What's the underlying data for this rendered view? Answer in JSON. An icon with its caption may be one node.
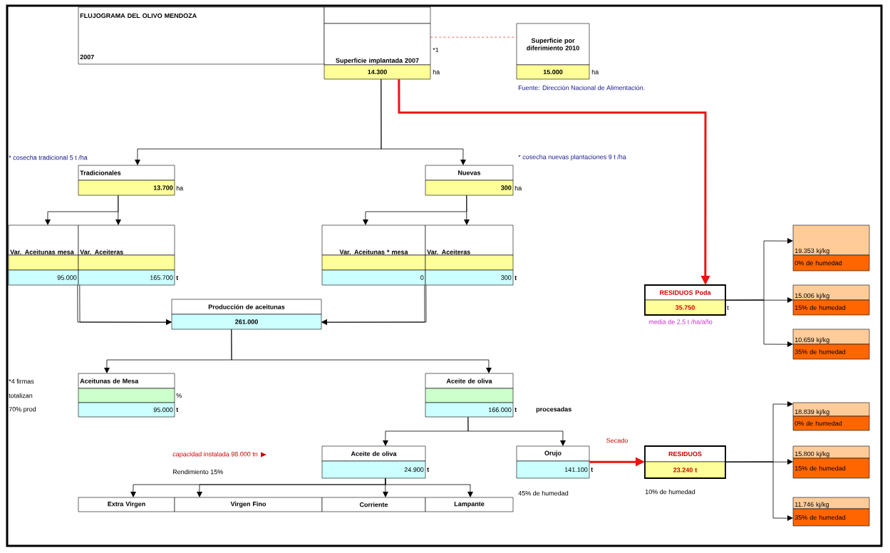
{
  "diagram": {
    "nodes": [
      {
        "text": [
          "FLUJOGRAMA DEL OLIVO MENDOZA",
          "2007"
        ]
      },
      {
        "text": [
          "Superficie implantada 2007",
          "14.300"
        ],
        "beside": [
          "*1",
          "ha"
        ]
      },
      {
        "text": [
          "Superficie por diferimiento 2010",
          "15.000"
        ],
        "beside": [
          "ha"
        ]
      },
      {
        "text": [
          "Tradicionales",
          "13.700"
        ],
        "beside": [
          "ha"
        ]
      },
      {
        "text": [
          "Nuevas",
          "300"
        ],
        "beside": [
          "ha"
        ]
      },
      {
        "text": [
          "Var. Aceitunas mesa",
          "95.000"
        ]
      },
      {
        "text": [
          "Var. Aceiteras",
          "165.700"
        ],
        "beside": [
          "t"
        ]
      },
      {
        "text": [
          "Var. Aceitunas * mesa",
          "0"
        ]
      },
      {
        "text": [
          "Var. Aceiteras",
          "300"
        ],
        "beside": [
          "t"
        ]
      },
      {
        "text": [
          "Producción de aceitunas",
          "261.000"
        ]
      },
      {
        "text": [
          "Aceitunas de Mesa",
          "95.000"
        ],
        "beside": [
          "%",
          "t"
        ]
      },
      {
        "text": [
          "Aceite de oliva",
          "166.000"
        ],
        "beside": [
          "t",
          "procesadas"
        ]
      },
      {
        "text": [
          "Aceite de oliva",
          "24.900"
        ],
        "beside": [
          "t"
        ]
      },
      {
        "text": [
          "Orujo",
          "141.100"
        ],
        "beside": [
          "t"
        ]
      },
      {
        "text": [
          "RESIDUOS",
          "23.240 t"
        ],
        "beside": [
          "10% de humedad"
        ]
      },
      {
        "text": [
          "RESIDUOS Poda",
          "35.750"
        ],
        "beside": [
          "t",
          "media de 2,5 t /ha/año"
        ]
      },
      {
        "text": [
          "19.353 kj/kg",
          "0% de humedad"
        ]
      },
      {
        "text": [
          "15.006 kj/kg",
          "15% de humedad"
        ]
      },
      {
        "text": [
          "10.659 kj/kg",
          "35% de humedad"
        ]
      },
      {
        "text": [
          "18.839 kj/kg",
          "0% de humedad"
        ]
      },
      {
        "text": [
          "15.800 kj/kg",
          "15% de humedad"
        ]
      },
      {
        "text": [
          "11.746 kj/kg",
          "35% de humedad"
        ]
      },
      {
        "text": [
          "Extra Virgen"
        ]
      },
      {
        "text": [
          "Virgen Fino"
        ]
      },
      {
        "text": [
          "Corriente"
        ]
      },
      {
        "text": [
          "Lampante"
        ]
      }
    ],
    "edges": [
      {
        "from": 1,
        "to": 2,
        "arrow": "none",
        "style": "dashed",
        "color": "#ee2222"
      },
      {
        "from": 1,
        "to": 3,
        "arrow": "to"
      },
      {
        "from": 1,
        "to": 4,
        "arrow": "to"
      },
      {
        "from": 1,
        "to": 15,
        "arrow": "to",
        "style": "thick",
        "color": "#ee1111"
      },
      {
        "from": 3,
        "to": 5,
        "arrow": "to"
      },
      {
        "from": 3,
        "to": 6,
        "arrow": "to"
      },
      {
        "from": 4,
        "to": 7,
        "arrow": "to"
      },
      {
        "from": 4,
        "to": 8,
        "arrow": "to"
      },
      {
        "from": 5,
        "to": 9,
        "arrow": "to"
      },
      {
        "from": 6,
        "to": 9,
        "arrow": "to"
      },
      {
        "from": 7,
        "to": 9,
        "arrow": "to"
      },
      {
        "from": 8,
        "to": 9,
        "arrow": "to"
      },
      {
        "from": 9,
        "to": 10,
        "arrow": "to"
      },
      {
        "from": 9,
        "to": 11,
        "arrow": "to"
      },
      {
        "from": 11,
        "to": 12,
        "arrow": "to"
      },
      {
        "from": 11,
        "to": 13,
        "arrow": "to"
      },
      {
        "from": 12,
        "to": 22,
        "arrow": "to"
      },
      {
        "from": 12,
        "to": 23,
        "arrow": "to"
      },
      {
        "from": 12,
        "to": 24,
        "arrow": "to"
      },
      {
        "from": 12,
        "to": 25,
        "arrow": "to"
      },
      {
        "from": 13,
        "to": 14,
        "arrow": "to",
        "label": "Secado",
        "style": "thick",
        "color": "#ee1111"
      },
      {
        "from": 15,
        "to": 16,
        "arrow": "to"
      },
      {
        "from": 15,
        "to": 17,
        "arrow": "to"
      },
      {
        "from": 15,
        "to": 18,
        "arrow": "to"
      },
      {
        "from": 14,
        "to": 19,
        "arrow": "to"
      },
      {
        "from": 14,
        "to": 20,
        "arrow": "to"
      },
      {
        "from": 14,
        "to": 21,
        "arrow": "to"
      }
    ],
    "labels": [
      "Fuente: Dirección Nacional de Alimentación.",
      "* cosecha tradicional 5 t /ha",
      "* cosecha nuevas plantaciones 9 t /ha",
      "*4 firmas",
      "totalizan",
      "70% prod",
      "capacidad instalada 98.000 tn",
      "Rendimiento 15%",
      "45% de humedad"
    ]
  }
}
